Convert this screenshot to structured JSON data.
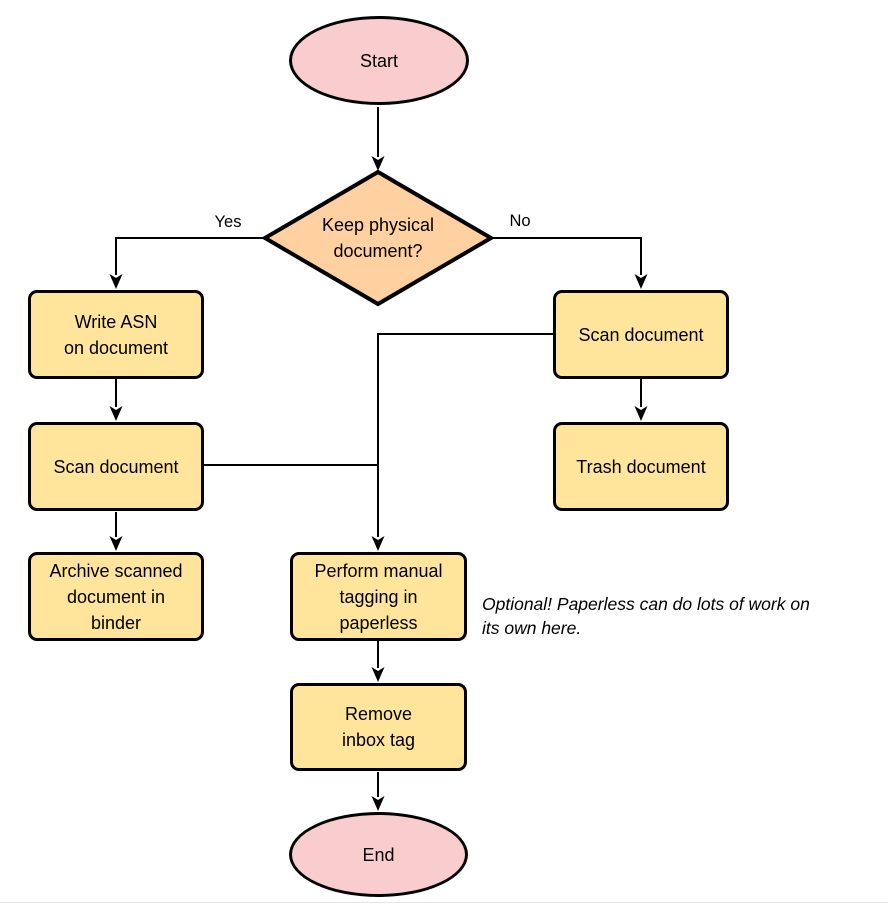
{
  "diagram": {
    "title_hint": "Paperless document intake flowchart",
    "nodes": {
      "start": {
        "label": "Start"
      },
      "decision": {
        "label": "Keep physical\ndocument?"
      },
      "write_asn": {
        "label": "Write ASN\non document"
      },
      "scan_left": {
        "label": "Scan document"
      },
      "archive": {
        "label": "Archive scanned\ndocument in\nbinder"
      },
      "scan_right": {
        "label": "Scan document"
      },
      "trash": {
        "label": "Trash document"
      },
      "tagging": {
        "label": "Perform manual\ntagging in\npaperless"
      },
      "remove_inbox": {
        "label": "Remove\ninbox tag"
      },
      "end": {
        "label": "End"
      }
    },
    "edges": {
      "yes_label": "Yes",
      "no_label": "No"
    },
    "annotation": "Optional! Paperless can do lots of work on\nits own here.",
    "colors": {
      "terminal_fill": "#f9cdcd",
      "decision_fill": "#ffd0a0",
      "process_fill": "#ffe49c",
      "stroke": "#000000"
    }
  }
}
